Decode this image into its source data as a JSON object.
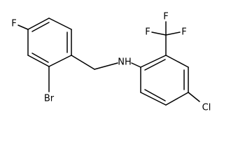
{
  "molecule": {
    "atoms": {
      "fluorine_left": "F",
      "bromine": "Br",
      "amine": "NH",
      "cf3_fluorine_left": "F",
      "cf3_fluorine_top": "F",
      "cf3_fluorine_right": "F",
      "chlorine": "Cl"
    }
  }
}
